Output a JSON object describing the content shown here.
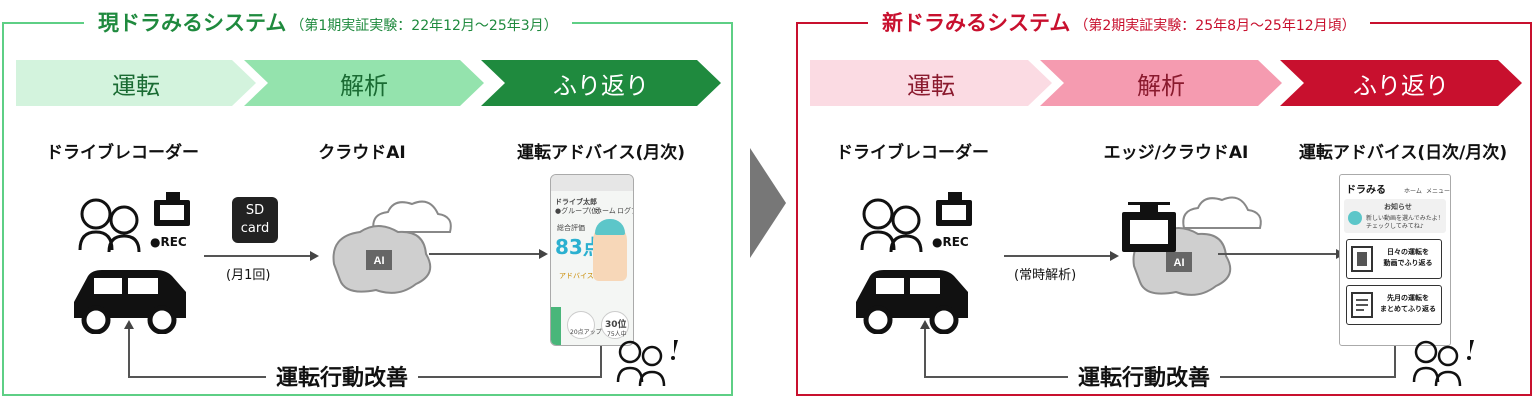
{
  "left": {
    "title": "現ドラみるシステム",
    "subtitle": "（第1期実証実験：22年12月～25年3月）",
    "steps": [
      "運転",
      "解析",
      "ふり返り"
    ],
    "colors": [
      "#d3f3dd",
      "#94e3ad",
      "#1f8a3e"
    ],
    "col1_label": "ドライブレコーダー",
    "col2_label": "クラウドAI",
    "col3_label": "運転アドバイス(月次)",
    "rec_label": "●REC",
    "sd_label": "SD\ncard",
    "sd_line1": "SD",
    "sd_line2": "card",
    "freq_label": "(月1回)",
    "feedback": "運転行動改善",
    "phone": {
      "user": "ドライブ太郎",
      "group": "●グループ(仮)",
      "home": "ホーム",
      "logout": "ログアウト",
      "score_title": "総合評価",
      "score": "83点",
      "advice": "アドバイス",
      "rank": "30位",
      "rank_sub": "75人中",
      "up": "20点アップ"
    }
  },
  "right": {
    "title": "新ドラみるシステム",
    "subtitle": "（第2期実証実験：25年8月～25年12月頃）",
    "steps": [
      "運転",
      "解析",
      "ふり返り"
    ],
    "colors": [
      "#fbdbe3",
      "#f59bb0",
      "#c8102e"
    ],
    "col1_label": "ドライブレコーダー",
    "col2_label": "エッジ/クラウドAI",
    "col3_label": "運転アドバイス(日次/月次)",
    "rec_label": "●REC",
    "freq_label": "(常時解析)",
    "feedback": "運転行動改善",
    "app": {
      "title": "ドラみる",
      "home": "ホーム",
      "menu": "メニュー",
      "notice_title": "お知らせ",
      "notice_text1": "新しい動画を選んでみたよ！",
      "notice_text2": "チェックしてみてね♪",
      "card1_line1": "日々の運転を",
      "card1_line2": "動画でふり返る",
      "card2_line1": "先月の運転を",
      "card2_line2": "まとめてふり返る"
    }
  }
}
